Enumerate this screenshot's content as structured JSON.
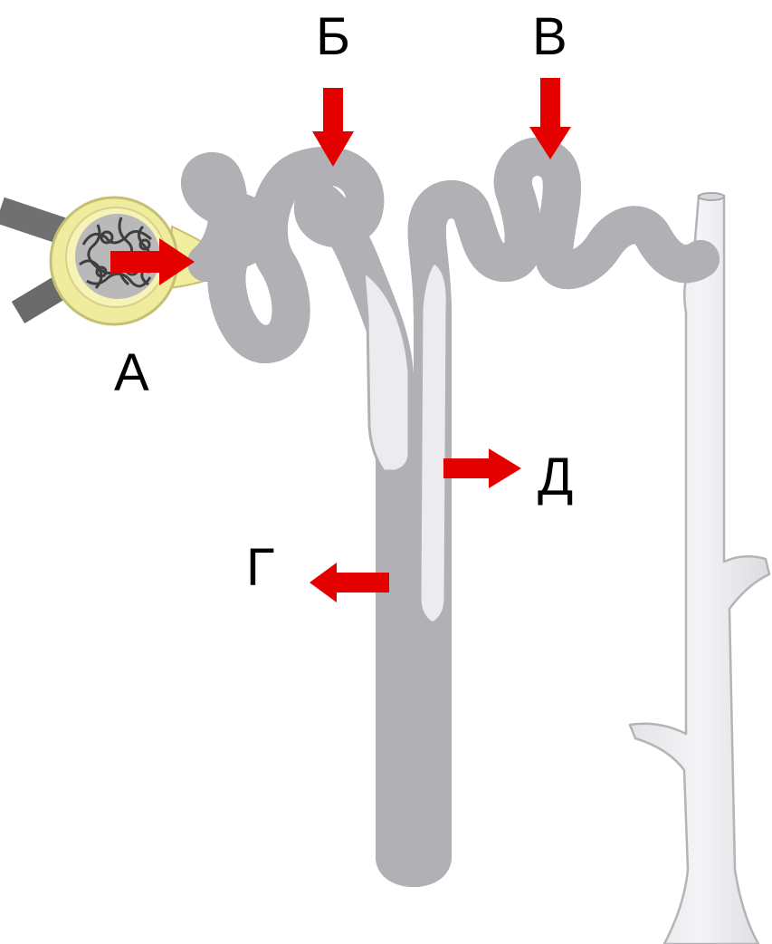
{
  "labels": {
    "a": "А",
    "b": "Б",
    "v": "В",
    "g": "Г",
    "d": "Д"
  },
  "colors": {
    "arrow": "#e50000",
    "tubule_fill": "#ebebed",
    "tubule_outline": "#b4b4b8",
    "capsule": "#eeea9f",
    "vessel": "#6b6b6b"
  },
  "icons": {
    "glomerulus": "glomerulus-capillary-icon",
    "arrow": "red-arrow-icon"
  }
}
